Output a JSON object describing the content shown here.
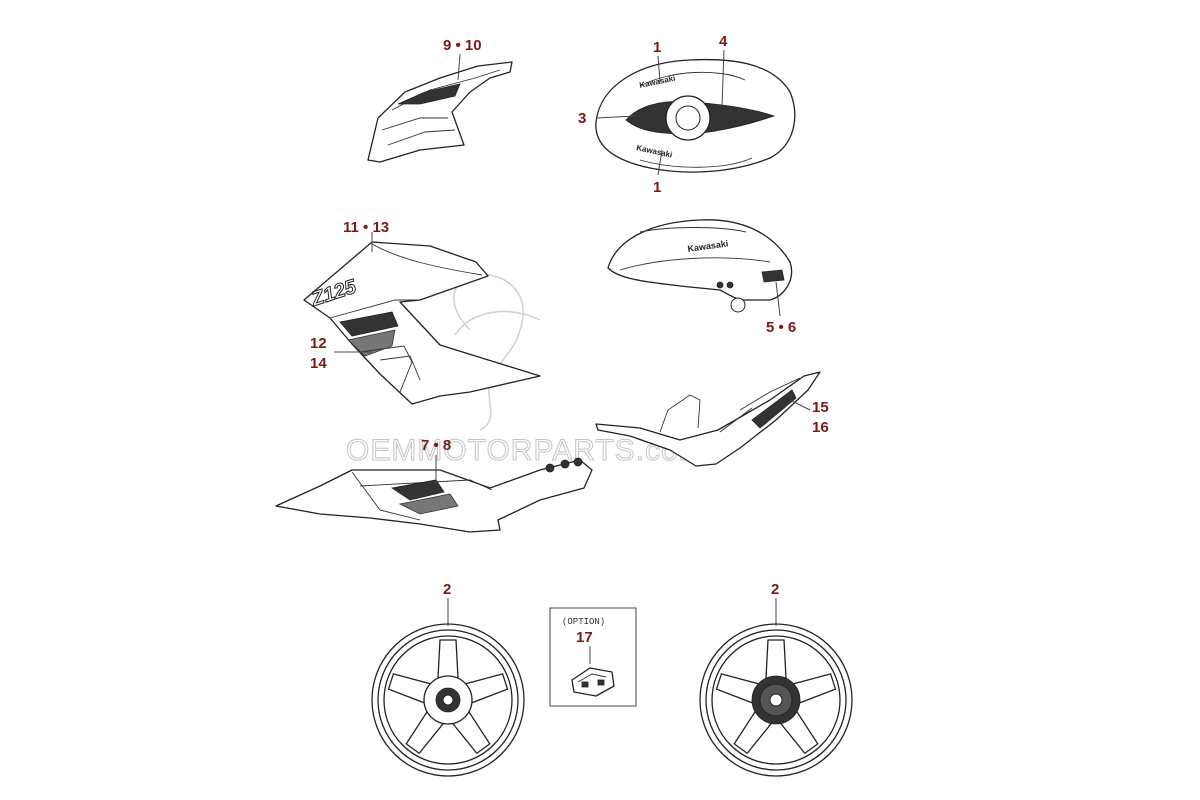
{
  "diagram": {
    "callouts": {
      "c_9_10": "9 • 10",
      "c_1_top": "1",
      "c_4": "4",
      "c_3": "3",
      "c_1_bottom": "1",
      "c_11_13": "11 • 13",
      "c_12": "12",
      "c_14": "14",
      "c_5_6": "5 • 6",
      "c_15": "15",
      "c_16": "16",
      "c_7_8": "7 • 8",
      "c_2_left": "2",
      "c_2_right": "2",
      "c_17": "17"
    },
    "option_label": "(OPTION)",
    "tank_text_1": "Kawasaki",
    "tank_text_2": "Kawasaki",
    "shroud_text": "Z125",
    "watermark": "OEMMOTORPARTS.com"
  },
  "colors": {
    "callout": "#7a1a16",
    "line": "#222222",
    "watermark": "#c4c4c4"
  }
}
